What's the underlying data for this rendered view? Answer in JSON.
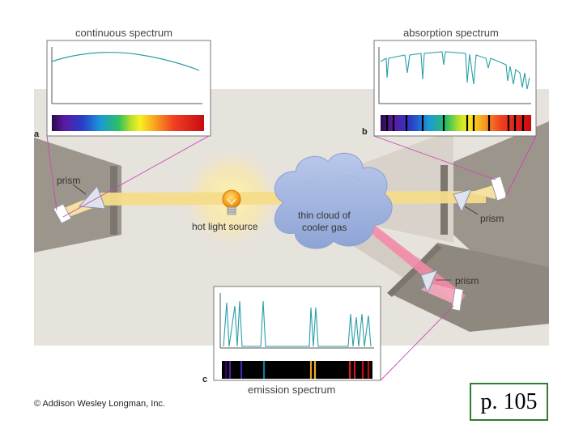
{
  "labels": {
    "continuous": "continuous spectrum",
    "absorption": "absorption spectrum",
    "emission": "emission spectrum",
    "letter_a": "a",
    "letter_b": "b",
    "letter_c": "c",
    "prism_left": "prism",
    "prism_right": "prism",
    "prism_bottom": "prism",
    "source": "hot light source",
    "cloud_line1": "thin cloud of",
    "cloud_line2": "cooler gas"
  },
  "copyright": "© Addison Wesley Longman, Inc.",
  "page_ref": "p. 105",
  "colors": {
    "curve": "#2a9fa8",
    "beam": "#f5dc8a",
    "pink_beam": "#f48aa8",
    "backdrop": "#e6e2dc",
    "wall": "#9c958c",
    "page_box_border": "#2e7d32"
  },
  "icons": [
    "bulb-icon",
    "cloud-icon",
    "prism-icon"
  ]
}
